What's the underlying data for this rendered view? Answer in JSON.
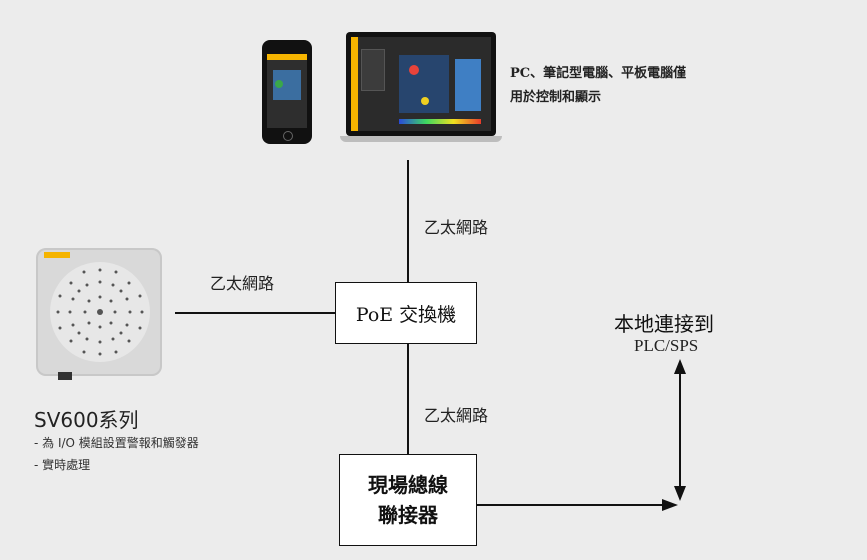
{
  "devices": {
    "description_line1": "PC、筆記型電腦、平板電腦僅",
    "description_line2": "用於控制和顯示"
  },
  "links": {
    "top_label": "乙太網路",
    "left_label": "乙太網路",
    "bottom_label": "乙太網路"
  },
  "switch": {
    "label": "PoE 交換機"
  },
  "fieldbus": {
    "line1": "現場總線",
    "line2": "聯接器"
  },
  "plc": {
    "title": "本地連接到",
    "subtitle": "PLC/SPS"
  },
  "sensor": {
    "name": "SV600系列",
    "feature1": "- 為 I/O 模組設置警報和觸發器",
    "feature2": "- 實時處理"
  },
  "colors": {
    "background": "#ececec",
    "accent_yellow": "#f5b400",
    "line": "#111111"
  }
}
